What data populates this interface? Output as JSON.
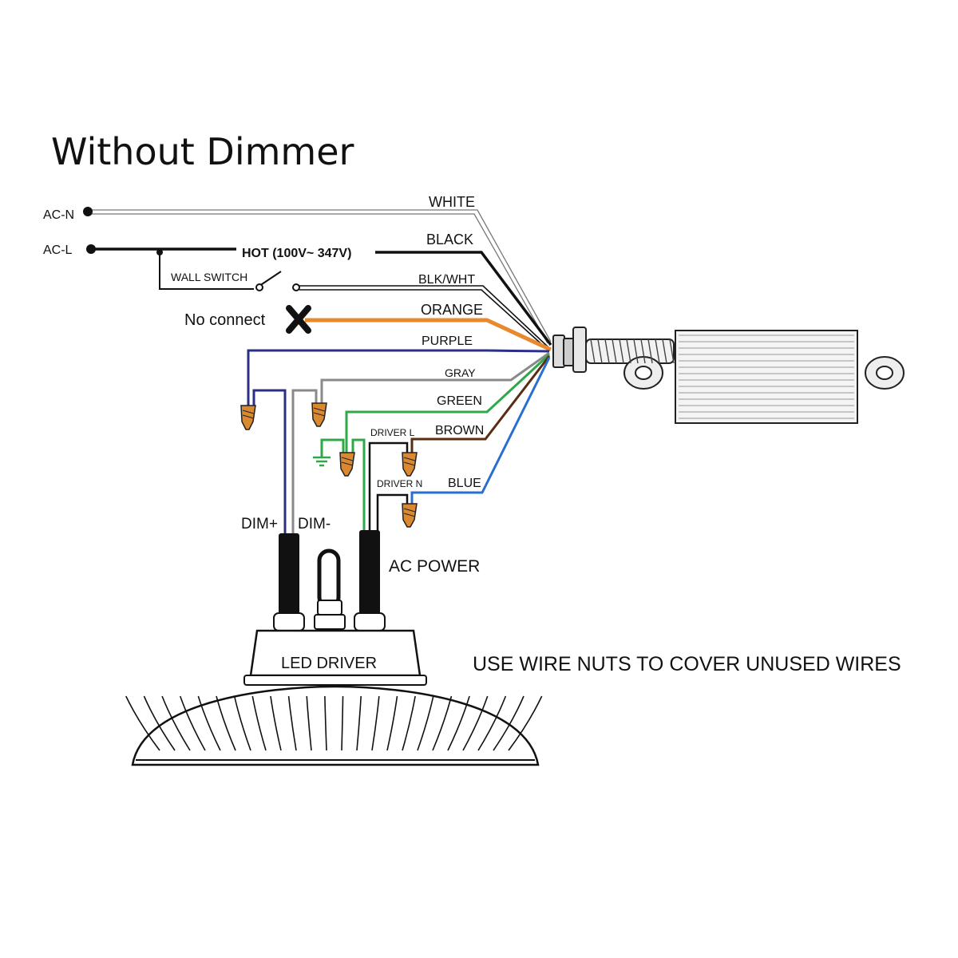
{
  "title": "Without Dimmer",
  "sources": {
    "ac_n": "AC-N",
    "ac_l": "AC-L",
    "hot": "HOT (100V~ 347V)",
    "wall_switch": "WALL SWITCH",
    "no_connect": "No connect"
  },
  "wires": {
    "white": "WHITE",
    "black": "BLACK",
    "blk_wht": "BLK/WHT",
    "orange": "ORANGE",
    "purple": "PURPLE",
    "gray": "GRAY",
    "green": "GREEN",
    "brown": "BROWN",
    "blue": "BLUE"
  },
  "driver_labels": {
    "driver_l": "DRIVER L",
    "driver_n": "DRIVER N",
    "dim_plus": "DIM+",
    "dim_minus": "DIM-",
    "ac_power": "AC POWER",
    "led_driver": "LED DRIVER"
  },
  "note": "USE WIRE NUTS TO COVER UNUSED WIRES",
  "colors": {
    "white_wire": "#9a9a9a",
    "black_wire": "#111111",
    "orange_wire": "#e8892e",
    "purple_wire": "#2b2f86",
    "gray_wire": "#8a8a8a",
    "green_wire": "#2fa84a",
    "brown_wire": "#5a2c12",
    "blue_wire": "#2a6fd0",
    "wire_nut": "#d9892f"
  }
}
